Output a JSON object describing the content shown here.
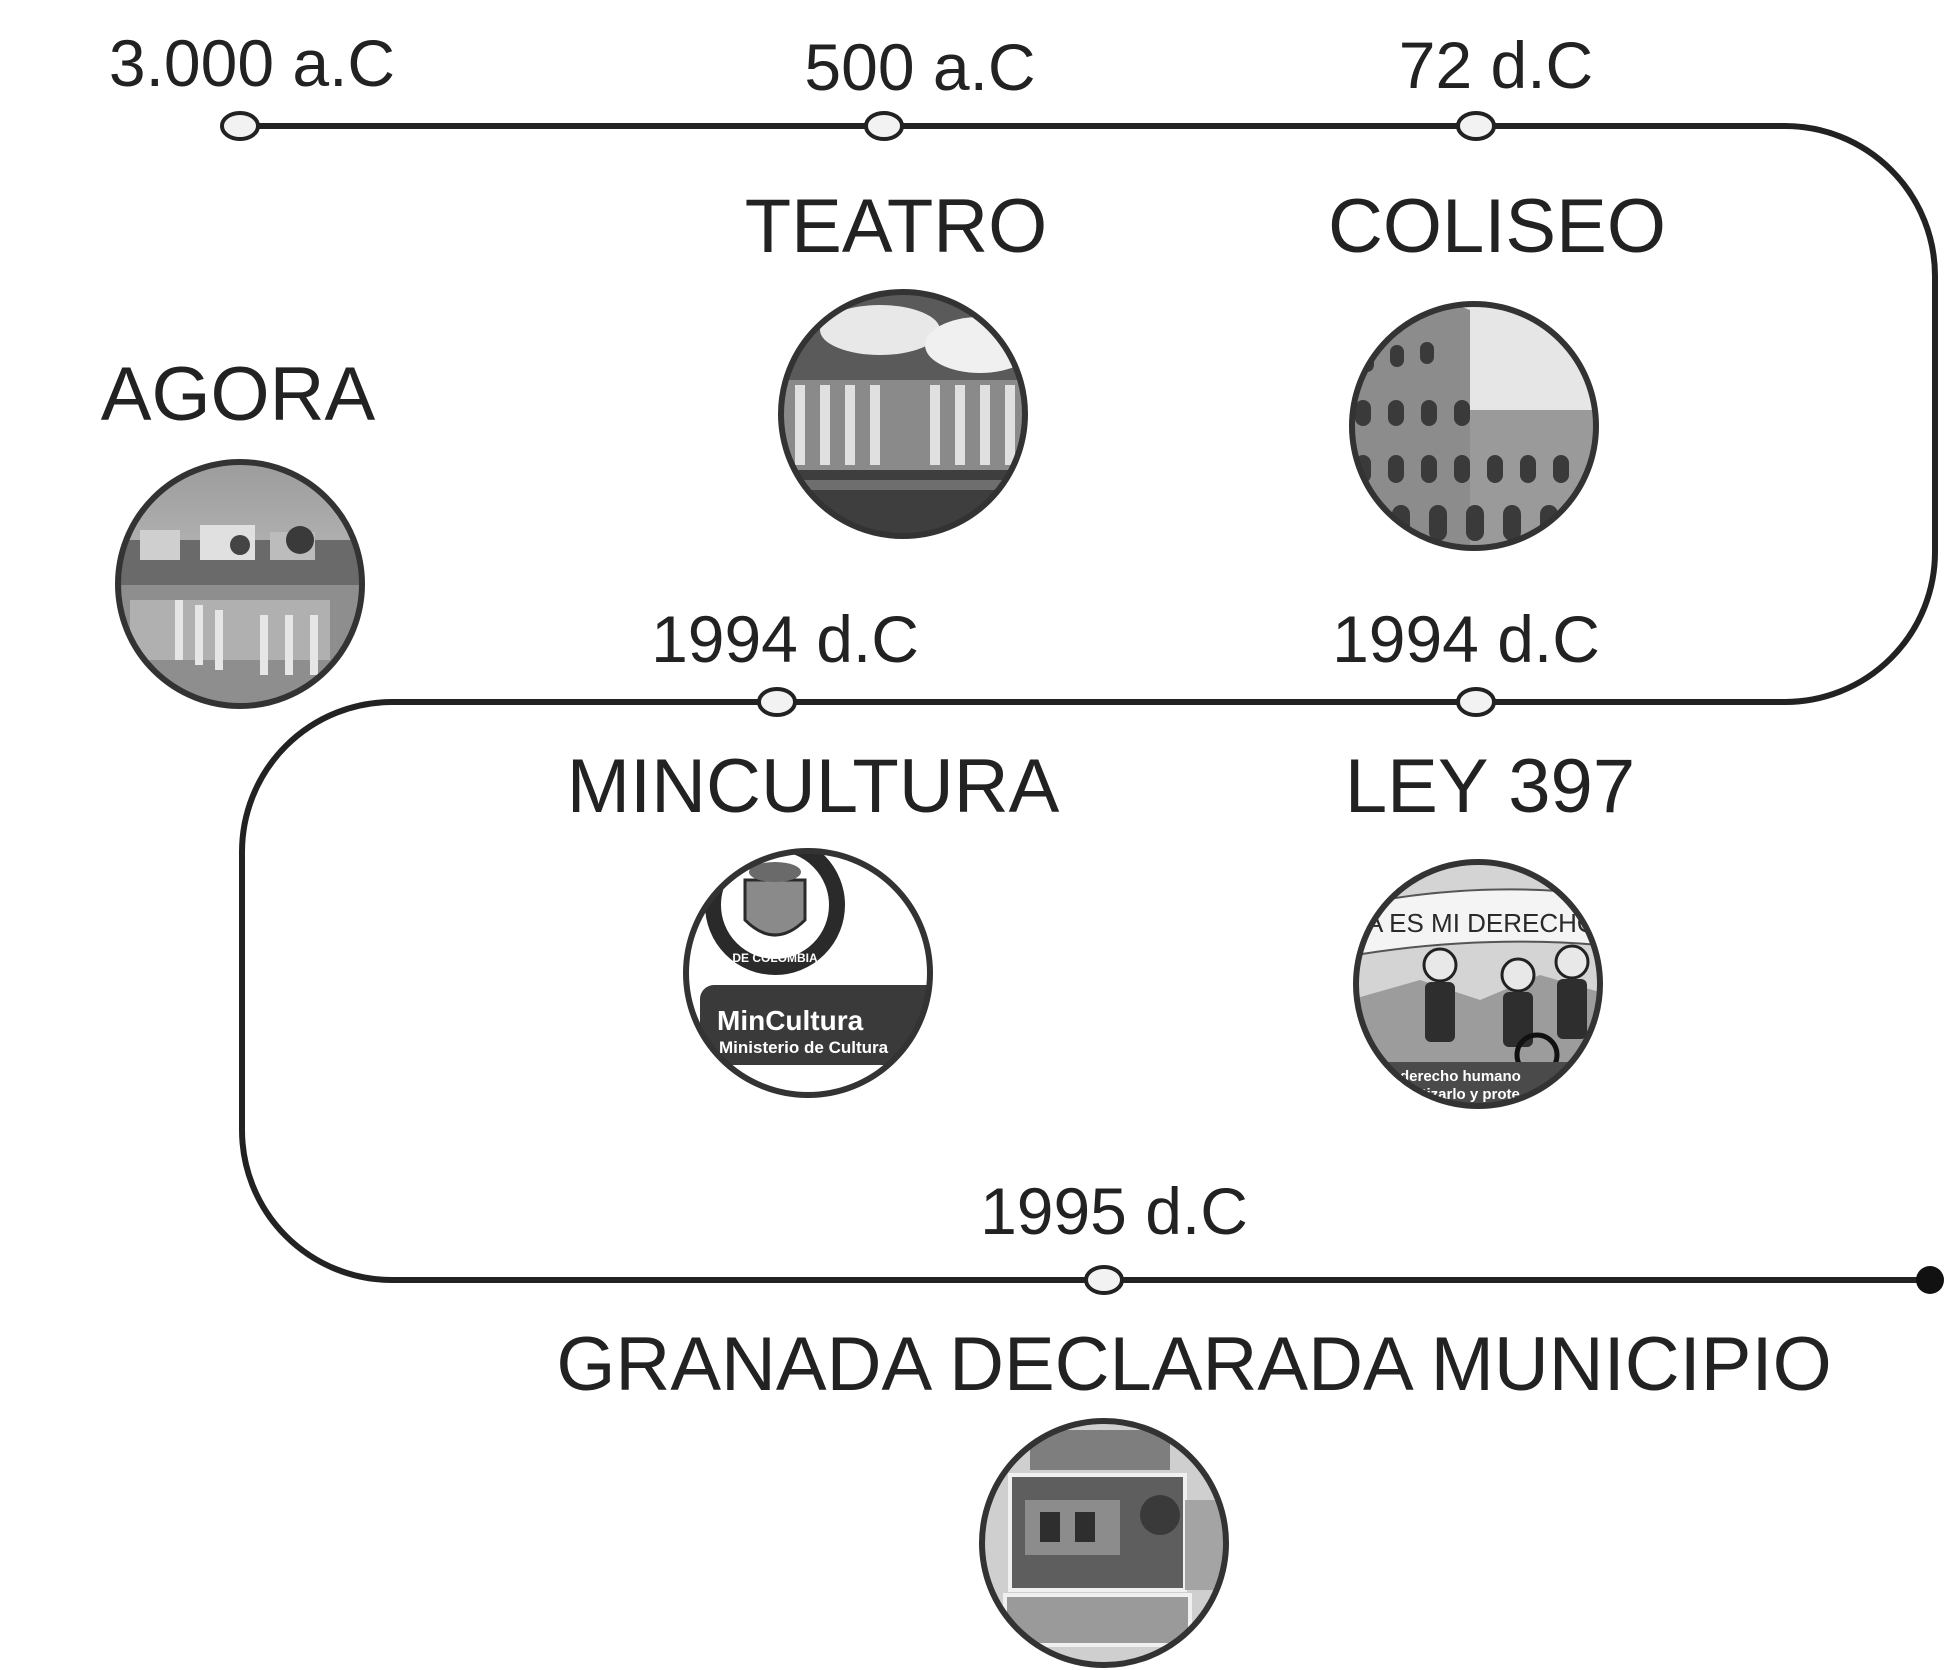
{
  "milestones": [
    {
      "date": "3.000 a.C",
      "title": "AGORA"
    },
    {
      "date": "500 a.C",
      "title": "TEATRO"
    },
    {
      "date": "72 d.C",
      "title": "COLISEO"
    },
    {
      "date": "1994 d.C",
      "title": "MINCULTURA"
    },
    {
      "date": "1994 d.C",
      "title": "LEY 397"
    },
    {
      "date": "1995 d.C",
      "title": "GRANADA DECLARADA MUNICIPIO"
    }
  ],
  "image_text": {
    "mincultura_ring": "DE COLOMBIA",
    "mincultura_brand": "MinCultura",
    "mincultura_sub": "Ministerio de Cultura",
    "ley_banner": "A ES MI DERECHO",
    "ley_caption_1": "derecho humano",
    "ley_caption_2": "antizarlo y prote"
  }
}
